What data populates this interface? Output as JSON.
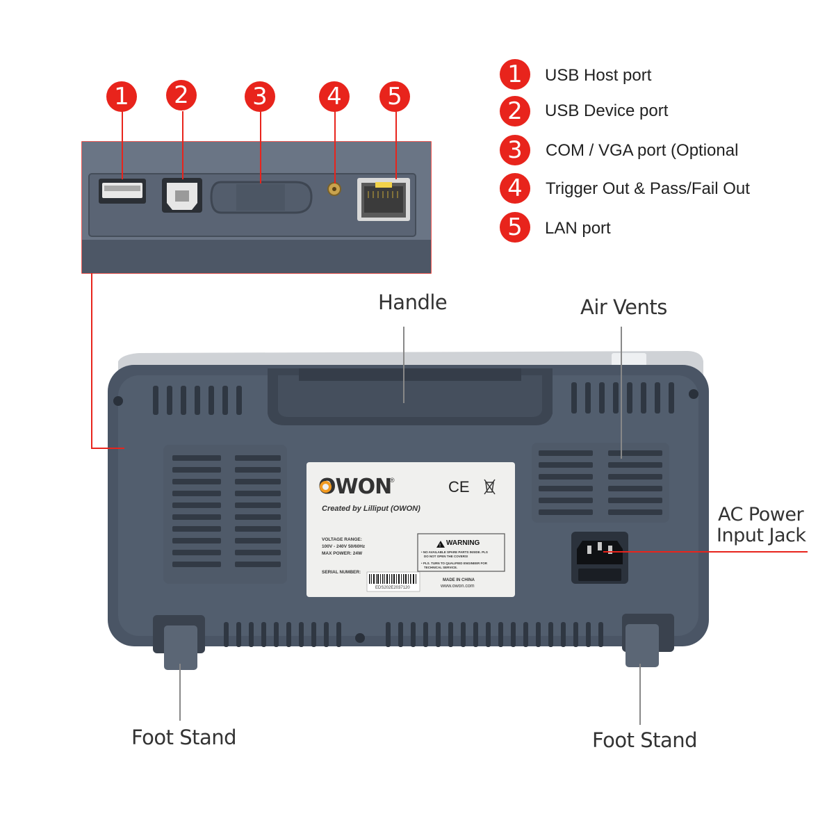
{
  "legend": [
    {
      "num": "1",
      "label": "USB Host port"
    },
    {
      "num": "2",
      "label": "USB Device port"
    },
    {
      "num": "3",
      "label": "COM / VGA port (Optional"
    },
    {
      "num": "4",
      "label": "Trigger Out & Pass/Fail Out"
    },
    {
      "num": "5",
      "label": "LAN port"
    }
  ],
  "callouts": {
    "handle": "Handle",
    "air_vents": "Air Vents",
    "ac_power_line1": "AC Power",
    "ac_power_line2": "Input Jack",
    "foot_stand_left": "Foot Stand",
    "foot_stand_right": "Foot Stand"
  },
  "label_plate": {
    "brand": "OWON",
    "registered": "®",
    "tagline": "Created by Lilliput (OWON)",
    "marks": "CE",
    "voltage_heading": "VOLTAGE RANGE:",
    "voltage_value": "100V - 240V  50/60Hz",
    "power": "MAX POWER:  24W",
    "serial_label": "SERIAL NUMBER:",
    "serial_value": "EDS202E2037120",
    "warning_title": "WARNING",
    "warning_line1": "• NO AVAILABLE SPARE PARTS INSIDE. PLS",
    "warning_line2": "DO NOT OPEN THE COVERS!",
    "warning_line3": "• PLS. TURN TO QUALIFIED ENGINEER FOR",
    "warning_line4": "TECHNICAL SERVICE.",
    "made_in": "MADE IN CHINA",
    "website": "www.owon.com"
  },
  "colors": {
    "accent_red": "#e8241c",
    "housing": "#4a5565",
    "housing_dark": "#353d49",
    "label_bg": "#f0f0ee",
    "brand_orange": "#f29a1f"
  }
}
